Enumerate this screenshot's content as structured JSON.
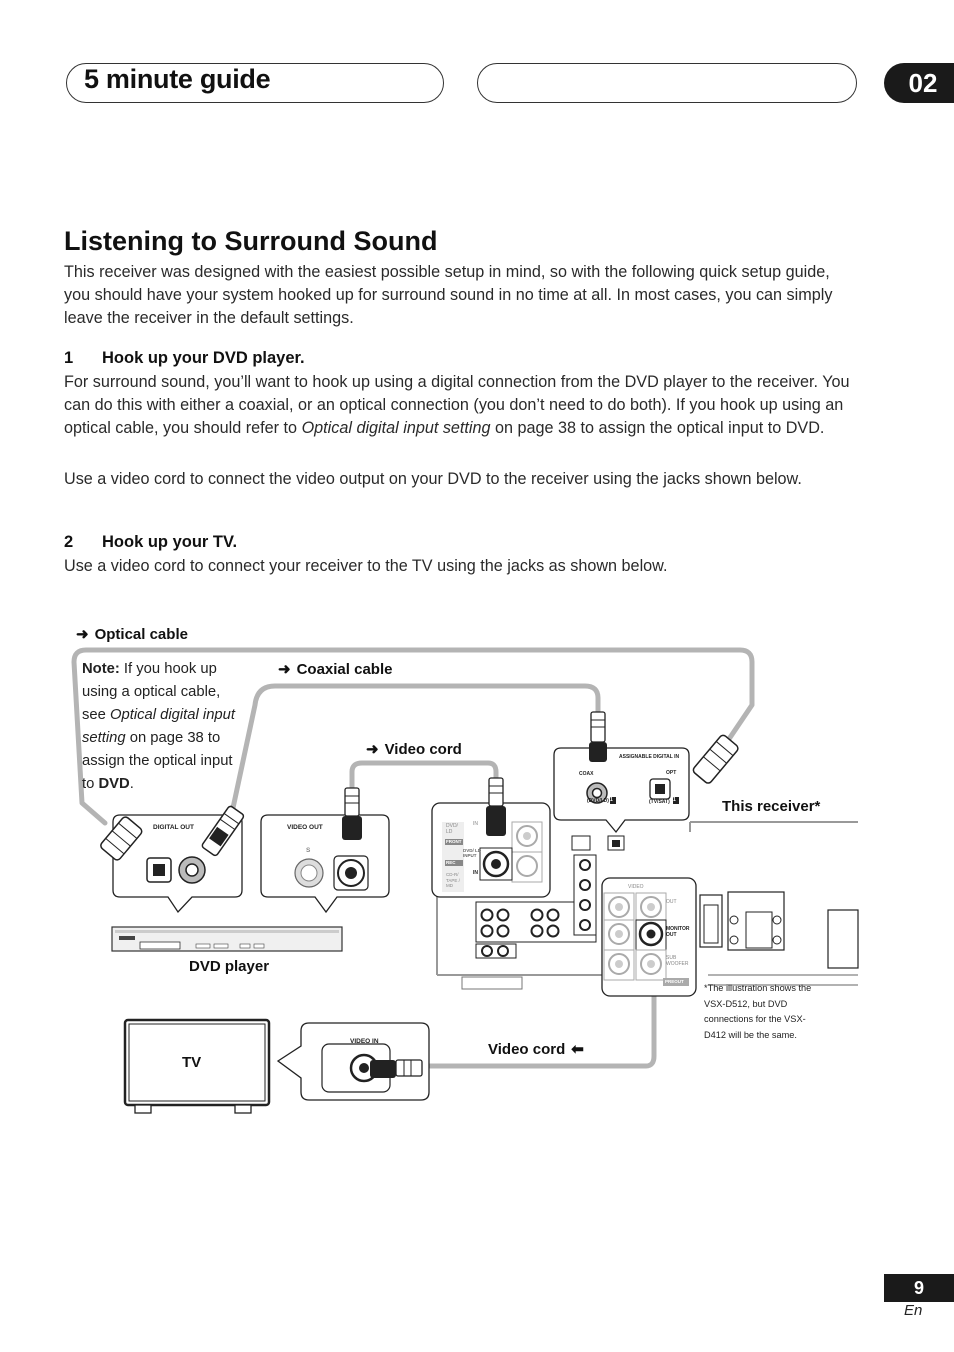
{
  "header": {
    "section_title": "5 minute guide",
    "chapter": "02"
  },
  "page_heading": "Listening to Surround Sound",
  "intro": "This receiver was designed with the easiest possible setup in mind, so with the following quick setup guide, you should have your system hooked up for surround sound in no time at all. In most cases, you can simply leave the receiver in the default settings.",
  "step1": {
    "number": "1",
    "title": "Hook up your DVD player.",
    "para1_a": "For surround sound, you’ll want to hook up using a digital connection from the DVD player to the receiver. You can do this with either a coaxial, or an optical connection (you don’t need to do both). If you hook up using an optical cable, you should refer to ",
    "para1_em": "Optical digital input setting",
    "para1_b": " on page 38 to assign the optical input to DVD.",
    "para2": "Use a video cord to connect the video output on your DVD to the receiver using the jacks shown below."
  },
  "step2": {
    "number": "2",
    "title": "Hook up your TV.",
    "para": "Use a video cord to connect your receiver to the TV using the jacks as shown below."
  },
  "diagram": {
    "optical_cable": "Optical cable",
    "coaxial_cable": "Coaxial cable",
    "video_cord_top": "Video cord",
    "video_cord_bottom": "Video cord",
    "this_receiver": "This receiver*",
    "dvd_player": "DVD player",
    "tv": "TV",
    "note_label": "Note:",
    "note_a": " If you hook up using a optical cable, see ",
    "note_em": "Optical digital input setting",
    "note_b": " on page 38 to assign the optical input to ",
    "note_strong": "DVD",
    "note_end": ".",
    "digital_out": "DIGITAL OUT",
    "video_out": "VIDEO OUT",
    "video_in": "VIDEO IN",
    "s_label": "S",
    "coax": "COAX",
    "opt": "OPT",
    "assignable_digital_in": "ASSIGNABLE DIGITAL IN",
    "dvd_ld": "(DVD/LD)",
    "tv_sat": "(TV/SAT)",
    "jack_one": "1",
    "in_label": "IN",
    "out_label": "OUT",
    "video_label": "VIDEO",
    "monitor_out": "MONITOR OUT",
    "sub_woofer": "SUB WOOFER",
    "preout": "PREOUT",
    "dvd_ld_side": "DVD/ LD",
    "front_tag": "FRONT",
    "dvd_ld_input": "DVD/ LD INPUT",
    "rec_tag": "REC",
    "cdr_tape_md": "CD-R/ TAPE / MD",
    "illustration_note": "*The illustration shows the VSX-D512, but DVD connections for the VSX-D412 will be the same."
  },
  "footer": {
    "page_number": "9",
    "lang": "En"
  }
}
